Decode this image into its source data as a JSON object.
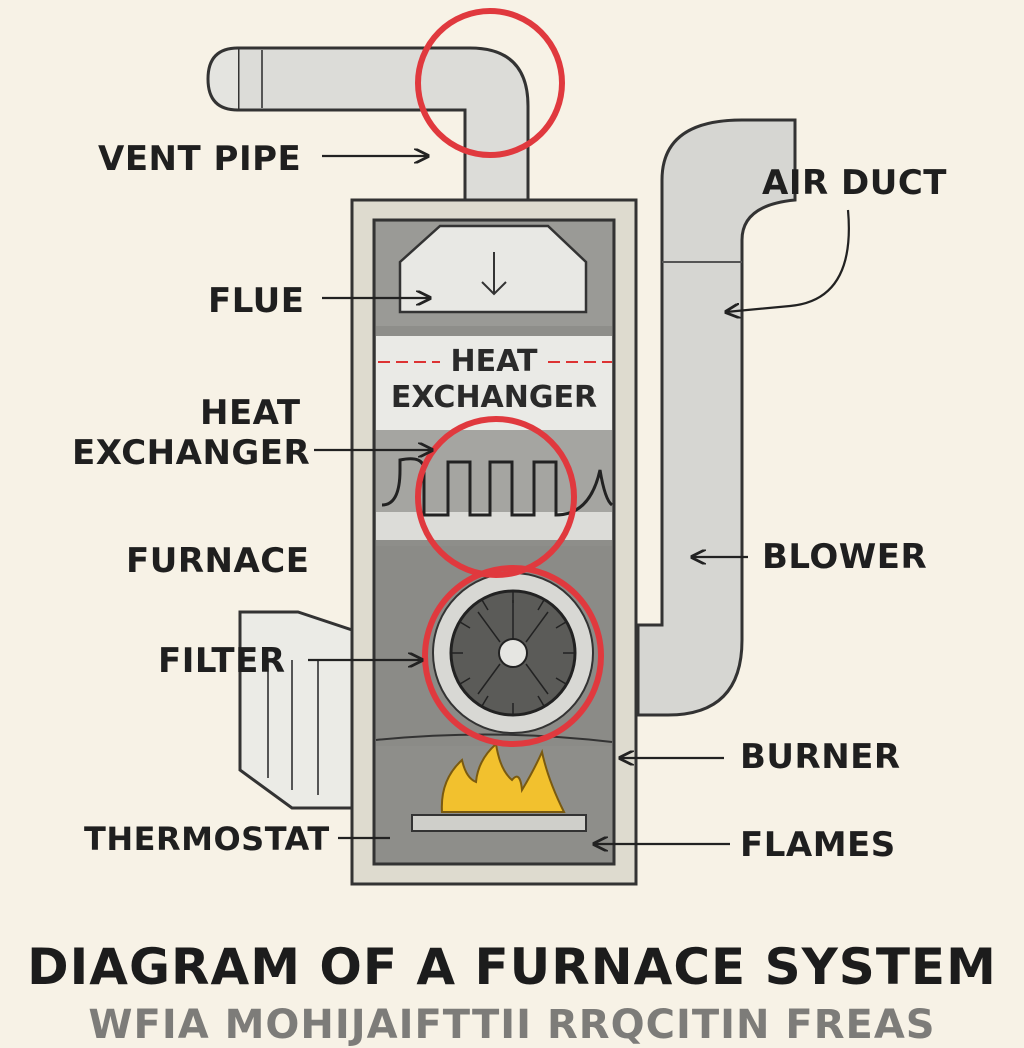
{
  "diagram": {
    "labels": {
      "vent_pipe": "VENT PIPE",
      "air_duct": "AIR DUCT",
      "flue": "FLUE",
      "heat_exchanger_left_line1": "HEAT",
      "heat_exchanger_left_line2": "EXCHANGER",
      "furnace": "FURNACE",
      "filter": "FILTER",
      "thermostat": "THERMOSTAT",
      "blower": "BLOWER",
      "burner": "BURNER",
      "flames": "FLAMES"
    },
    "inner_labels": {
      "heat_exchanger_line1": "HEAT",
      "heat_exchanger_line2": "EXCHANGER"
    },
    "title": "DIAGRAM OF A FURNACE SYSTEM",
    "subtitle": "WFIA MOHIJAIFTTII RRQCITIN FREAS",
    "colors": {
      "background": "#f7f2e6",
      "highlight_circle": "#e0393e",
      "flame": "#f2c12e",
      "cabinet": "#8e8e8a",
      "pipe": "#dcdcd8"
    }
  }
}
